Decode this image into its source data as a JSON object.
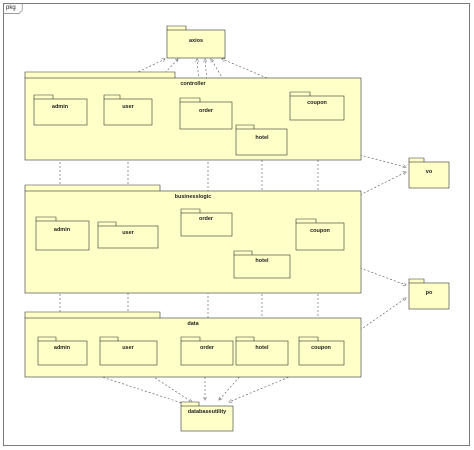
{
  "frame": {
    "label": "pkg"
  },
  "packages": {
    "axios": "axios",
    "controller": "controller",
    "businesslogic": "businesslogic",
    "data": "data",
    "vo": "vo",
    "po": "po",
    "databaseutility": "databaseutility",
    "controller_admin": "admin",
    "controller_user": "user",
    "controller_order": "order",
    "controller_hotel": "hotel",
    "controller_coupon": "coupon",
    "bl_admin": "admin",
    "bl_user": "user",
    "bl_order": "order",
    "bl_hotel": "hotel",
    "bl_coupon": "coupon",
    "data_admin": "admin",
    "data_user": "user",
    "data_order": "order",
    "data_hotel": "hotel",
    "data_coupon": "coupon"
  },
  "colors": {
    "package_fill": "#ffffc8",
    "package_stroke": "#333333",
    "dependency_stroke": "#555555"
  }
}
